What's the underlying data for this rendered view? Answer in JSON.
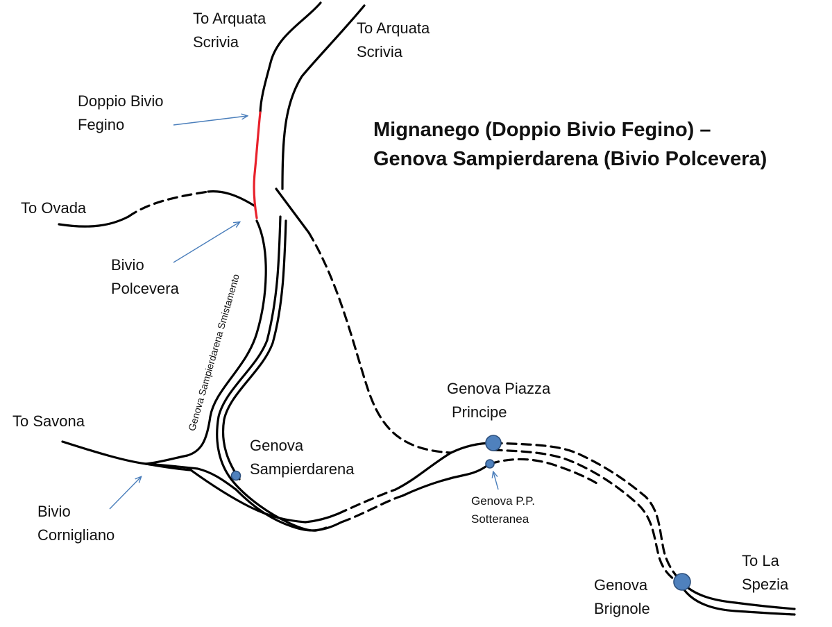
{
  "title": {
    "line1": "Mignanego (Doppio Bivio Fegino) –",
    "line2": "Genova Sampierdarena (Bivio Polcevera)"
  },
  "labels": {
    "arquata_left": [
      "To Arquata",
      "Scrivia"
    ],
    "arquata_right": [
      "To Arquata",
      "Scrivia"
    ],
    "doppio_bivio": [
      "Doppio Bivio",
      "Fegino"
    ],
    "ovada": "To Ovada",
    "bivio_polcevera": [
      "Bivio",
      "Polcevera"
    ],
    "smistamento": "Genova Sampierdarena Smistamento",
    "savona": "To Savona",
    "bivio_cornigliano": [
      "Bivio",
      "Cornigliano"
    ],
    "sampierdarena": [
      "Genova",
      "Sampierdarena"
    ],
    "piazza_principe": [
      "Genova Piazza",
      "Principe"
    ],
    "pp_sotteranea": [
      "Genova P.P.",
      "Sotteranea"
    ],
    "brignole": [
      "Genova",
      "Brignole"
    ],
    "la_spezia": [
      "To La",
      "Spezia"
    ]
  },
  "colors": {
    "track": "#000000",
    "highlight_segment": "#e8212b",
    "station_fill": "#4f81bd",
    "station_stroke": "#2c4f7c",
    "arrow": "#4a7ebb"
  }
}
